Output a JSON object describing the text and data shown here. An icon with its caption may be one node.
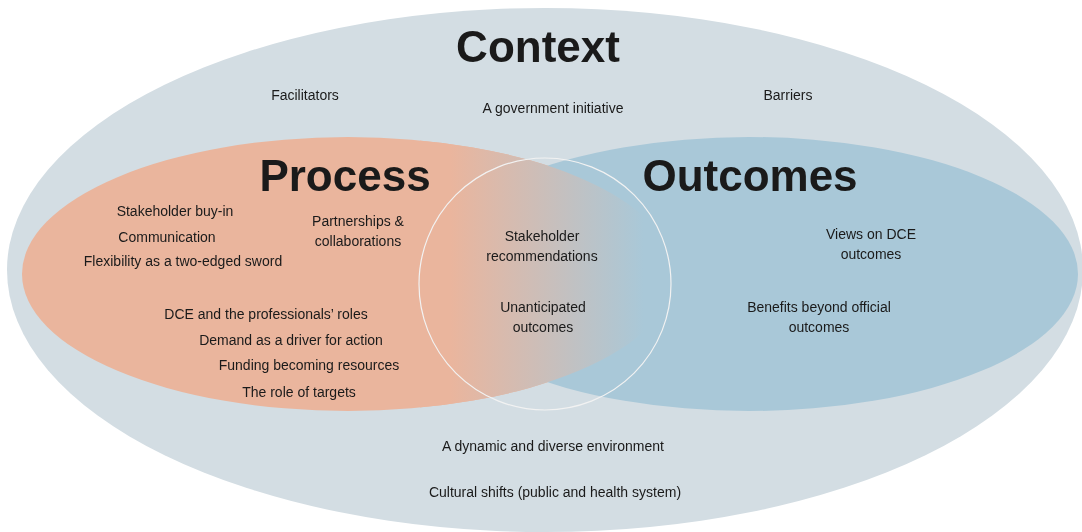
{
  "diagram": {
    "nodes": [
      {
        "text": [
          "Context",
          "Facilitators",
          "A government initiative",
          "Barriers",
          "A dynamic and diverse environment",
          "Cultural shifts (public and health system)"
        ]
      },
      {
        "text": [
          "Process",
          "Stakeholder buy-in",
          "Communication",
          "Flexibility as a two-edged sword",
          "Partnerships & collaborations",
          "DCE and the professionals’ roles",
          "Demand as a driver for action",
          "Funding becoming resources",
          "The role of targets"
        ],
        "in": 0
      },
      {
        "text": [
          "Outcomes",
          "Views on DCE outcomes",
          "Benefits beyond official outcomes"
        ],
        "in": 0
      },
      {
        "text": [
          "Stakeholder recommendations",
          "Unanticipated outcomes"
        ]
      }
    ]
  }
}
